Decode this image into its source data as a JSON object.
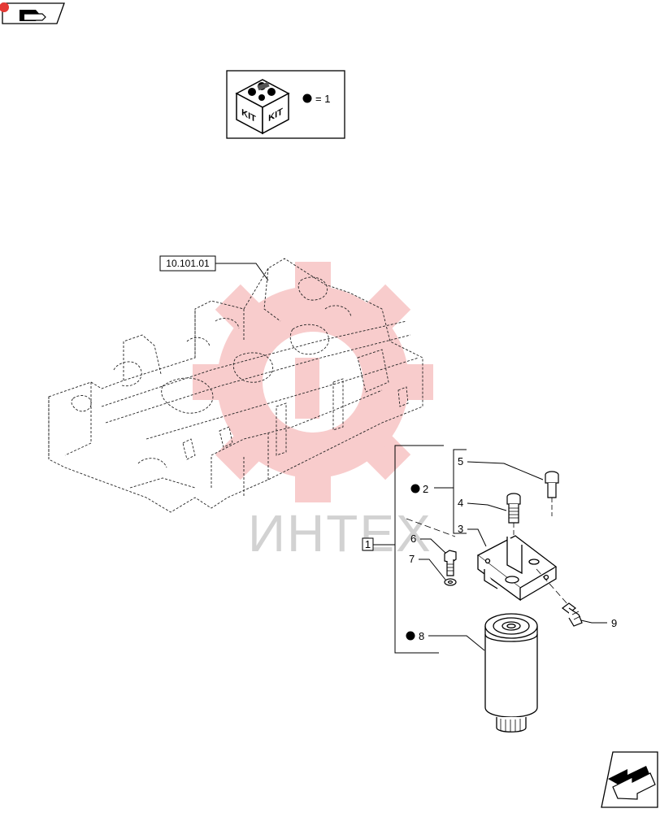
{
  "kit_legend": {
    "kit_text_left": "KIT",
    "kit_text_right": "KIT",
    "equation": "= 1",
    "bullet_color": "#000000"
  },
  "reference_label": "10.101.01",
  "group_box_label": "1",
  "callouts": {
    "c2": "2",
    "c3": "3",
    "c4": "4",
    "c5": "5",
    "c6": "6",
    "c7": "7",
    "c8": "8",
    "c9": "9"
  },
  "watermark": {
    "text": "ИНТЕХ",
    "gear_color": "#f4b8b8"
  },
  "nav": {
    "top_icon": "book-page-icon",
    "bottom_icon": "next-page-arrow-icon"
  }
}
